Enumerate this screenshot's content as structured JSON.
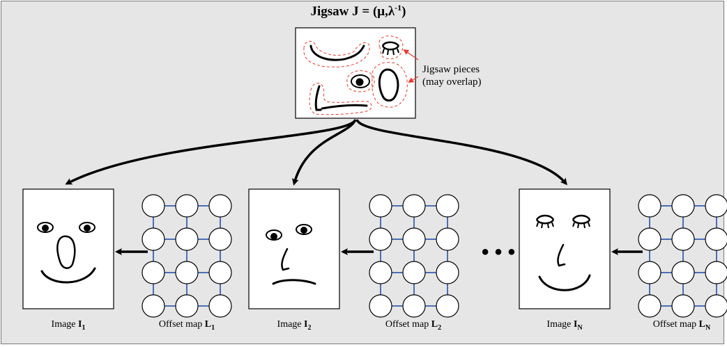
{
  "title": {
    "prefix": "Jigsaw ",
    "symbol": "J",
    "equals": " = (μ,λ",
    "exponent": "-1",
    "close": ")"
  },
  "jigsaw_annotation": {
    "line1": "Jigsaw pieces",
    "line2": "(may overlap)"
  },
  "ellipsis": "• • •",
  "panels": [
    {
      "image_prefix": "Image ",
      "image_symbol": "I",
      "image_sub": "1",
      "offset_prefix": "Offset map ",
      "offset_symbol": "L",
      "offset_sub": "1"
    },
    {
      "image_prefix": "Image ",
      "image_symbol": "I",
      "image_sub": "2",
      "offset_prefix": "Offset map ",
      "offset_symbol": "L",
      "offset_sub": "2"
    },
    {
      "image_prefix": "Image ",
      "image_symbol": "I",
      "image_sub": "N",
      "offset_prefix": "Offset map ",
      "offset_symbol": "L",
      "offset_sub": "N"
    }
  ],
  "colors": {
    "background": "#e6e6e6",
    "frame_border": "#7a7a7a",
    "grid_lines": "#4a6fb5",
    "piece_outline": "#e8392f",
    "ink": "#000000"
  }
}
